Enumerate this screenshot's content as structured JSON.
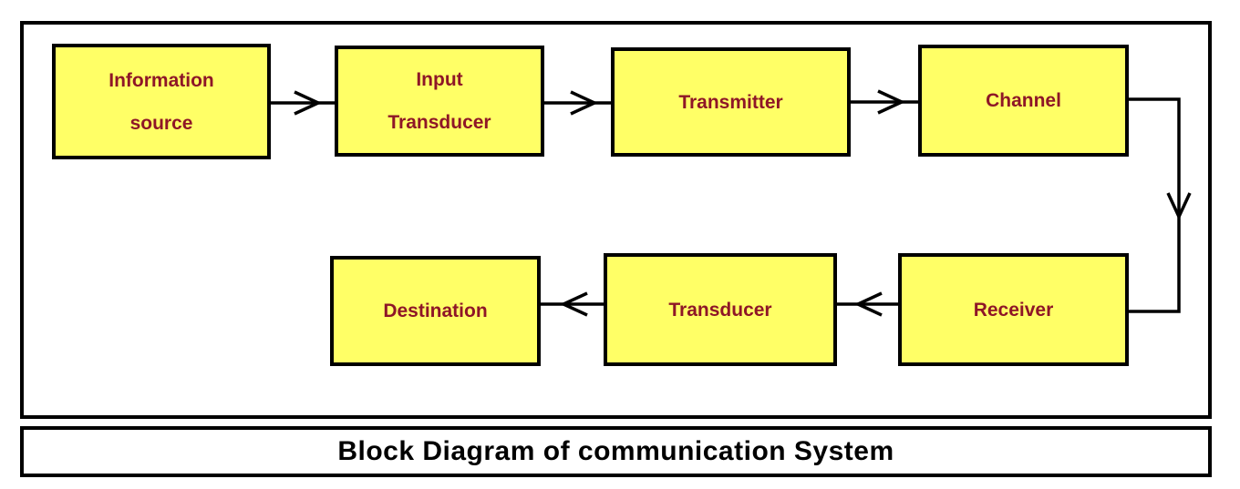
{
  "diagram": {
    "caption": "Block Diagram of communication System",
    "blocks": [
      {
        "name": "information-source",
        "lines": [
          "Information",
          "source"
        ]
      },
      {
        "name": "input-transducer",
        "lines": [
          "Input",
          "Transducer"
        ]
      },
      {
        "name": "transmitter",
        "lines": [
          "Transmitter"
        ]
      },
      {
        "name": "channel",
        "lines": [
          "Channel"
        ]
      },
      {
        "name": "destination",
        "lines": [
          "Destination"
        ]
      },
      {
        "name": "output-transducer",
        "lines": [
          "Transducer"
        ]
      },
      {
        "name": "receiver",
        "lines": [
          "Receiver"
        ]
      }
    ],
    "connections": [
      {
        "from": "information-source",
        "to": "input-transducer"
      },
      {
        "from": "input-transducer",
        "to": "transmitter"
      },
      {
        "from": "transmitter",
        "to": "channel"
      },
      {
        "from": "channel",
        "to": "receiver"
      },
      {
        "from": "receiver",
        "to": "output-transducer"
      },
      {
        "from": "output-transducer",
        "to": "destination"
      }
    ],
    "colors": {
      "block_fill": "#FFFF66",
      "block_border": "#000000",
      "label_text": "#8E1627",
      "caption_text": "#000000",
      "connector": "#000000",
      "background": "#FFFFFF"
    }
  }
}
